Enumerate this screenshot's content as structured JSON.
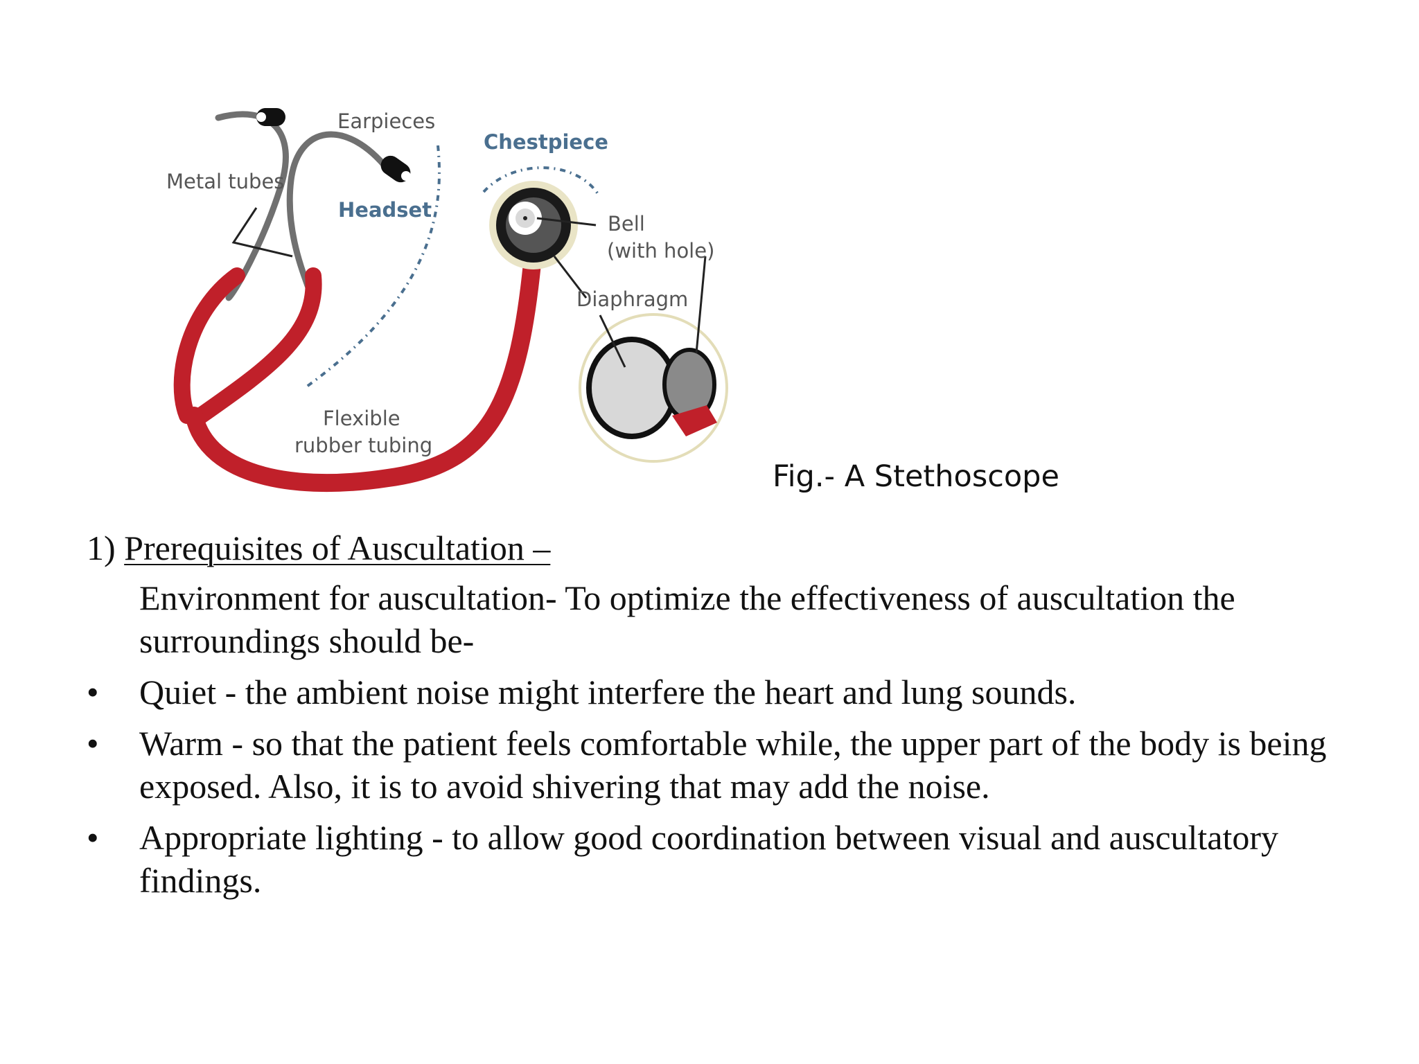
{
  "figure": {
    "labels": {
      "earpieces": "Earpieces",
      "metal_tubes": "Metal tubes",
      "headset": "Headset",
      "chestpiece": "Chestpiece",
      "bell": "Bell",
      "bell_note": "(with hole)",
      "diaphragm": "Diaphragm",
      "tubing_line1": "Flexible",
      "tubing_line2": "rubber tubing"
    },
    "caption": "Fig.- A Stethoscope"
  },
  "section": {
    "number": "1)",
    "title": "Prerequisites of Auscultation –",
    "intro": "Environment for auscultation- To optimize the effectiveness of auscultation the surroundings should be-",
    "bullet_symbol": "•",
    "bullets": [
      "Quiet - the ambient noise might interfere the heart and lung sounds.",
      "Warm - so that the patient feels comfortable while, the upper part of the body is being exposed. Also, it is to avoid shivering that may add the noise.",
      "Appropriate lighting - to allow good coordination between visual and auscultatory findings."
    ]
  },
  "colors": {
    "tubing": "#c0202a",
    "metal": "#707070",
    "label_gray": "#555555",
    "label_blue": "#4a6f8f"
  }
}
